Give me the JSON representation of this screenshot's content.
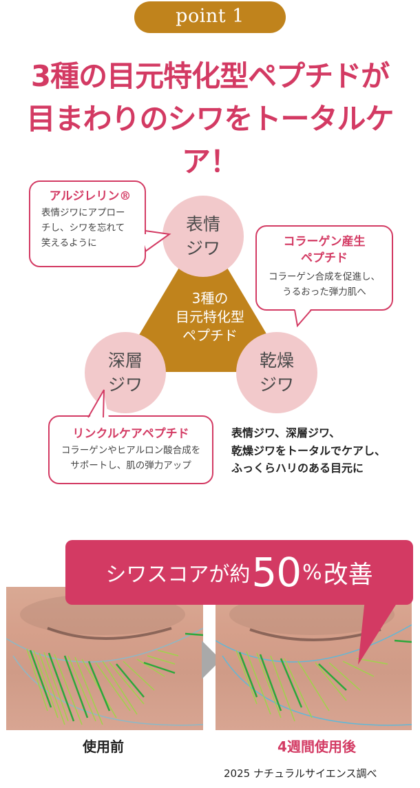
{
  "badge": {
    "label": "point 1"
  },
  "headline": {
    "line1": "3種の目元特化型ペプチドが",
    "line2": "目まわりのシワをトータルケア！"
  },
  "diagram": {
    "center": {
      "line1": "3種の",
      "line2": "目元特化型",
      "line3": "ペプチド"
    },
    "circles": [
      {
        "id": "expression",
        "line1": "表情",
        "line2": "ジワ"
      },
      {
        "id": "deep",
        "line1": "深層",
        "line2": "ジワ"
      },
      {
        "id": "dry",
        "line1": "乾燥",
        "line2": "ジワ"
      }
    ],
    "bubbles": [
      {
        "title": "アルジレリン®",
        "body": [
          "表情ジワにアプロー",
          "チし、シワを忘れて",
          "笑えるように"
        ]
      },
      {
        "title_line1": "コラーゲン産生",
        "title_line2": "ペプチド",
        "body": [
          "コラーゲン合成を促進し、",
          "うるおった弾力肌へ"
        ]
      },
      {
        "title": "リンクルケアペプチド",
        "body": [
          "コラーゲンやヒアルロン酸合成を",
          "サポートし、肌の弾力アップ"
        ]
      }
    ],
    "summary": [
      "表情ジワ、深層ジワ、",
      "乾燥ジワをトータルでケアし、",
      "ふっくらハリのある目元に"
    ]
  },
  "result": {
    "callout": {
      "prefix": "シワスコアが約",
      "number": "50",
      "percent": "%",
      "suffix": "改善"
    },
    "before_label": "使用前",
    "after_label": "4週間使用後",
    "source": "2025 ナチュラルサイエンス調べ"
  },
  "colors": {
    "accent_pink": "#d33a63",
    "gold": "#c0831c",
    "circle_pink": "#f2c9cb",
    "arrow_gray": "#a9a9a9"
  }
}
